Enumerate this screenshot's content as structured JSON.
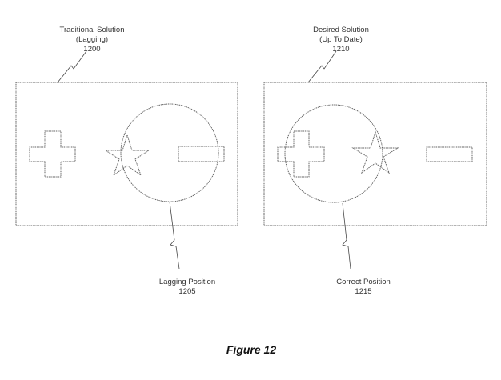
{
  "left_panel": {
    "title": "Traditional Solution",
    "subtitle": "(Lagging)",
    "ref": "1200",
    "pointer_label": "Lagging Position",
    "pointer_ref": "1205"
  },
  "right_panel": {
    "title": "Desired Solution",
    "subtitle": "(Up To Date)",
    "ref": "1210",
    "pointer_label": "Correct Position",
    "pointer_ref": "1215"
  },
  "caption": "Figure 12"
}
